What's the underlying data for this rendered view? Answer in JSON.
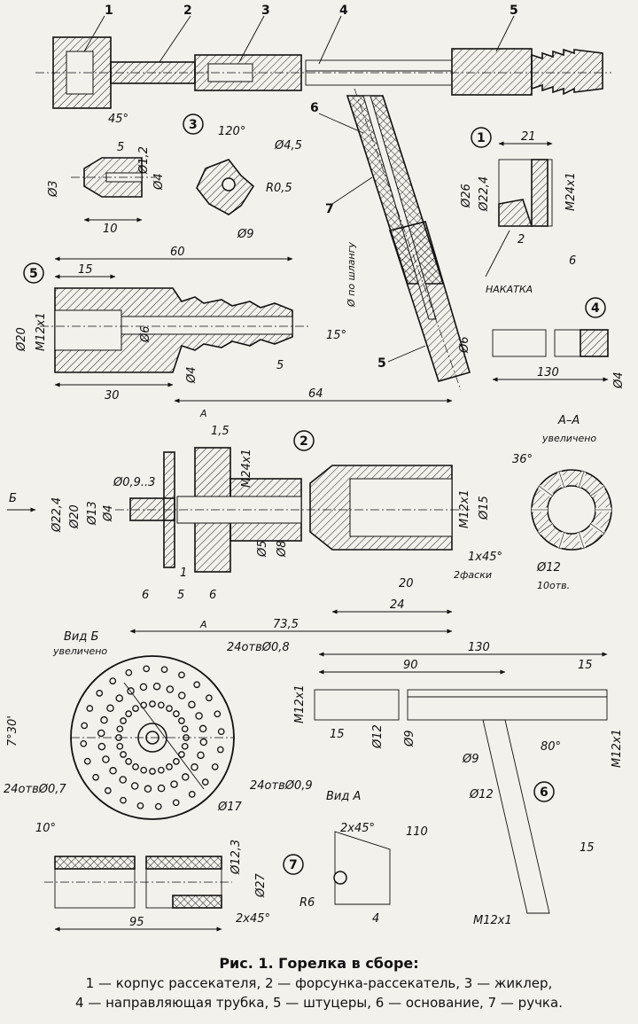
{
  "parts": {
    "callouts": [
      "1",
      "2",
      "3",
      "4",
      "5",
      "6",
      "7",
      "5"
    ],
    "circled": [
      "3",
      "1",
      "5",
      "4",
      "2",
      "6",
      "7"
    ]
  },
  "dims": {
    "jet": [
      "45°",
      "5",
      "Ø1,2",
      "Ø4",
      "Ø3",
      "10"
    ],
    "swirl": [
      "120°",
      "Ø4,5",
      "R0,5",
      "Ø9"
    ],
    "body1": [
      "21",
      "Ø26",
      "Ø22,4",
      "M24x1",
      "2",
      "6",
      "НАКАТКА"
    ],
    "fitting5": [
      "60",
      "15",
      "Ø20",
      "M12x1",
      "Ø6",
      "Ø по шлангу",
      "15°",
      "Ø4",
      "5",
      "30"
    ],
    "tube4": [
      "Ø6",
      "130",
      "Ø4"
    ],
    "nozzle2": [
      "64",
      "A",
      "1,5",
      "Ø22,4",
      "Ø20",
      "Ø13",
      "Ø0,9..3",
      "Ø4",
      "M24x1",
      "M12x1",
      "Ø15",
      "Ø5",
      "Ø8",
      "1x45°",
      "2фаски",
      "1",
      "6",
      "5",
      "6",
      "20",
      "24",
      "73,5",
      "A"
    ],
    "sectionAA": [
      "А–А",
      "увеличено",
      "36°",
      "Ø12",
      "10отв."
    ],
    "viewB": [
      "Вид Б",
      "увеличено",
      "24отвØ0,8",
      "7°30'",
      "24отвØ0,7",
      "24отвØ0,9",
      "Ø17"
    ],
    "base6": [
      "130",
      "90",
      "15",
      "M12x1",
      "15",
      "Ø12",
      "Ø9",
      "80°",
      "M12x1",
      "Ø9",
      "Ø12",
      "110",
      "15",
      "M12x1"
    ],
    "viewA": [
      "Вид А",
      "2x45°",
      "R6",
      "4"
    ],
    "handle7": [
      "10°",
      "Ø12,3",
      "Ø27",
      "95",
      "2x45°"
    ],
    "arrowB": "Б"
  },
  "caption": {
    "title": "Рис. 1. Горелка в сборе:",
    "line1": "1 — корпус рассекателя, 2 — форсунка-рассекатель, 3 — жиклер,",
    "line2": "4 — направляющая трубка, 5 — штуцеры, 6 — основание, 7 — ручка."
  }
}
